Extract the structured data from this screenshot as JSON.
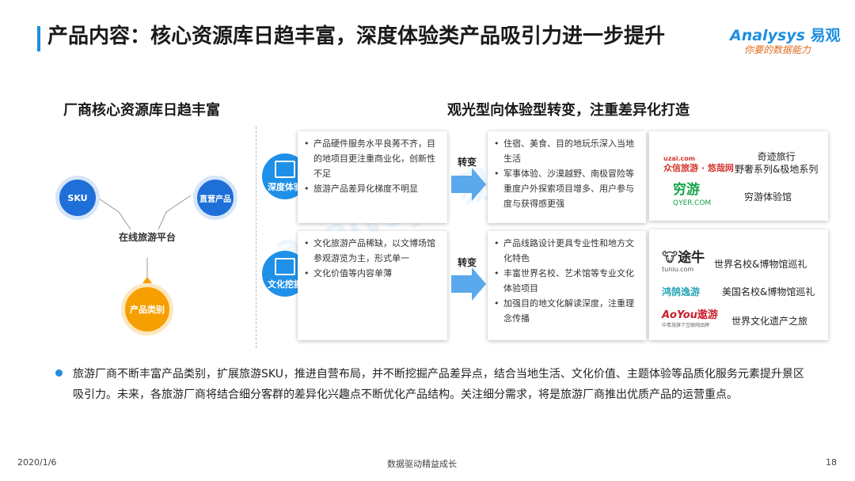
{
  "title": "产品内容：核心资源库日趋丰富，深度体验类产品吸引力进一步提升",
  "logo": {
    "en": "Analysys",
    "cn": "易观",
    "tagline": "你要的数据能力"
  },
  "left_section": {
    "heading": "厂商核心资源库日趋丰富",
    "nodes": {
      "sku": "SKU",
      "own": "直营产品",
      "category": "产品类别",
      "platform": "在线旅游平台"
    }
  },
  "right_section": {
    "heading": "观光型向体验型转变，注重差异化打造",
    "rows": [
      {
        "tag": "深度体验",
        "before": [
          "产品硬件服务水平良莠不齐，目的地项目更注重商业化，创新性不足",
          "旅游产品差异化梯度不明显"
        ],
        "arrow_label": "转变",
        "after": [
          "住宿、美食、目的地玩乐深入当地生活",
          "军事体验、沙漠越野、南极冒险等重度户外探索项目增多、用户参与度与获得感更强"
        ],
        "brands": [
          {
            "logo_text": "众信旅游 · 悠哉网",
            "logo_sub": "uzai.com",
            "desc": "奇迹旅行\n野奢系列&极地系列"
          },
          {
            "logo_text": "穷游",
            "logo_sub": "QYER.COM",
            "desc": "穷游体验馆"
          }
        ]
      },
      {
        "tag": "文化挖掘",
        "before": [
          "文化旅游产品稀缺，以文博场馆参观游览为主，形式单一",
          "文化价值等内容单薄"
        ],
        "arrow_label": "转变",
        "after": [
          "产品线路设计更具专业性和地方文化特色",
          "丰富世界名校、艺术馆等专业文化体验项目",
          "加强目的地文化解读深度，注重理念传播"
        ],
        "brands": [
          {
            "logo_text": "途牛",
            "logo_sub": "tuniu.com",
            "desc": "世界名校&博物馆巡礼"
          },
          {
            "logo_text": "鸿鹄逸游",
            "logo_sub": "",
            "desc": "美国名校&博物馆巡礼"
          },
          {
            "logo_text": "遨游",
            "logo_sub": "中青旅旗下互联网品牌",
            "logo_en": "AoYou",
            "desc": "世界文化遗产之旅"
          }
        ]
      }
    ]
  },
  "summary": "旅游厂商不断丰富产品类别，扩展旅游SKU，推进自营布局，并不断挖掘产品差异点，结合当地生活、文化价值、主题体验等品质化服务元素提升景区吸引力。未来，各旅游厂商将结合细分客群的差异化兴趣点不断优化产品结构。关注细分需求，将是旅游厂商推出优质产品的运营重点。",
  "footer": {
    "date": "2020/1/6",
    "center": "数据驱动精益成长",
    "page": "18"
  },
  "colors": {
    "accent": "#1e8fe0",
    "orange": "#f5a000",
    "dark_blue": "#1e6fd8"
  }
}
